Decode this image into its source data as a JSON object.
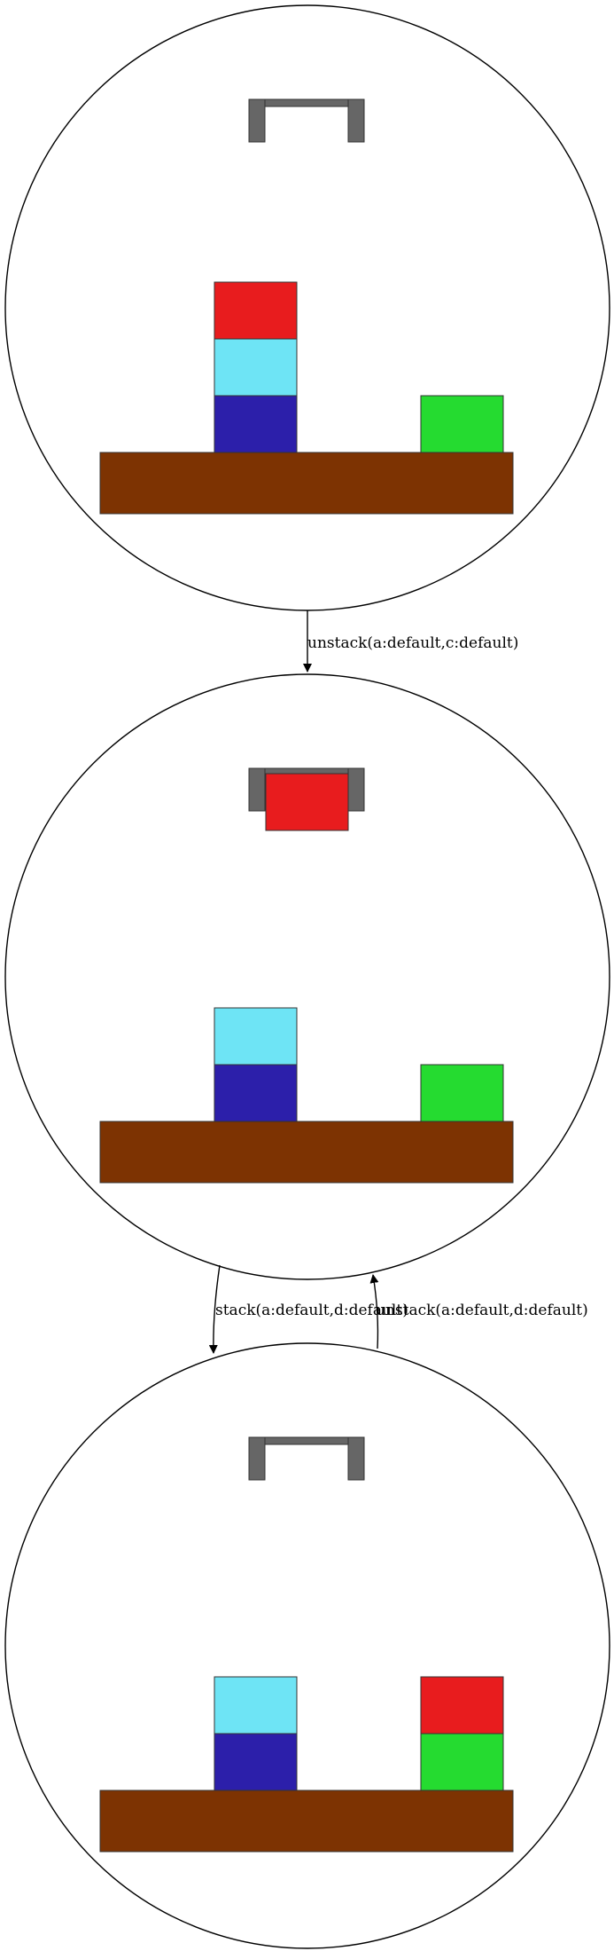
{
  "colors": {
    "table": "#7d3302",
    "gripper": "#666666",
    "outline": "#333333",
    "red": "#e81c1e",
    "cyan": "#6ee4f5",
    "blue": "#2c1faa",
    "green": "#25db30",
    "node_stroke": "#000000",
    "background": "#ffffff"
  },
  "states": [
    {
      "id": "state-1",
      "gripper_holding": null,
      "stacks": [
        {
          "position": "left",
          "blocks_bottom_to_top": [
            "blue",
            "cyan",
            "red"
          ]
        },
        {
          "position": "right",
          "blocks_bottom_to_top": [
            "green"
          ]
        }
      ]
    },
    {
      "id": "state-2",
      "gripper_holding": "red",
      "stacks": [
        {
          "position": "left",
          "blocks_bottom_to_top": [
            "blue",
            "cyan"
          ]
        },
        {
          "position": "right",
          "blocks_bottom_to_top": [
            "green"
          ]
        }
      ]
    },
    {
      "id": "state-3",
      "gripper_holding": null,
      "stacks": [
        {
          "position": "left",
          "blocks_bottom_to_top": [
            "blue",
            "cyan"
          ]
        },
        {
          "position": "right",
          "blocks_bottom_to_top": [
            "green",
            "red"
          ]
        }
      ]
    }
  ],
  "edges": [
    {
      "from": "state-1",
      "to": "state-2",
      "label": "unstack(a:default,c:default)"
    },
    {
      "from": "state-2",
      "to": "state-3",
      "label": "stack(a:default,d:default)"
    },
    {
      "from": "state-3",
      "to": "state-2",
      "label": "unstack(a:default,d:default)"
    }
  ]
}
